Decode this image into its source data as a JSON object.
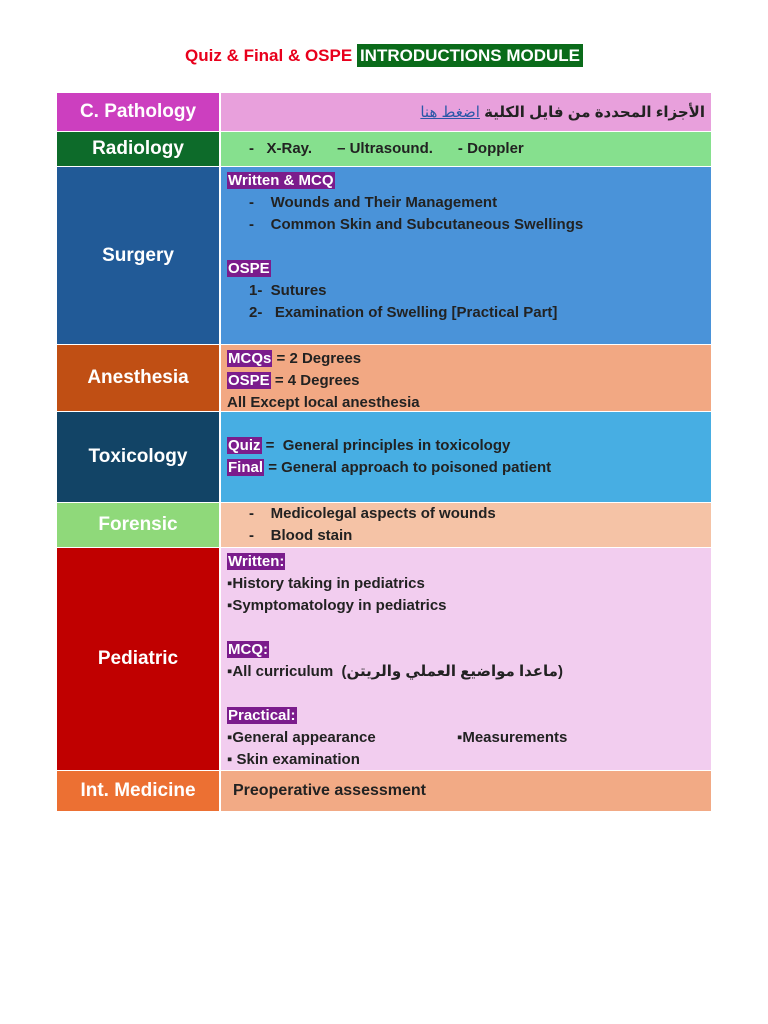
{
  "title": {
    "red_part": "Quiz & Final & OSPE",
    "green_part": "INTRODUCTIONS MODULE"
  },
  "rows": {
    "pathology": {
      "subject": "C. Pathology",
      "text": "الأجزاء المحددة من فايل الكلية",
      "link": "اضغط هنا",
      "subject_color": "#cc3fbf",
      "content_color": "#e8a0dc"
    },
    "radiology": {
      "subject": "Radiology",
      "line": "-   X-Ray.      – Ultrasound.      - Doppler",
      "subject_color": "#0d6b2a",
      "content_color": "#86e08e"
    },
    "surgery": {
      "subject": "Surgery",
      "label1": "Written & MCQ",
      "items1": [
        "-    Wounds and Their Management",
        "-    Common Skin and Subcutaneous Swellings"
      ],
      "label2": "OSPE",
      "items2": [
        "1-  Sutures",
        "2-   Examination of Swelling [Practical Part]"
      ],
      "subject_color": "#215a97",
      "content_color": "#4a93d9"
    },
    "anesthesia": {
      "subject": "Anesthesia",
      "label1": "MCQs",
      "text1": "= 2 Degrees",
      "label2": "OSPE",
      "text2": "= 4 Degrees",
      "line3": "All Except local anesthesia",
      "subject_color": "#c04f14",
      "content_color": "#f2a883"
    },
    "toxicology": {
      "subject": "Toxicology",
      "label1": "Quiz",
      "text1": "=  General principles in toxicology",
      "label2": "Final",
      "text2": "= General approach to poisoned patient",
      "subject_color": "#124466",
      "content_color": "#47aee3"
    },
    "forensic": {
      "subject": "Forensic",
      "items": [
        "-    Medicolegal aspects of wounds",
        "-    Blood stain"
      ],
      "subject_color": "#8fd97a",
      "content_color": "#f5c3a6"
    },
    "pediatric": {
      "subject": "Pediatric",
      "label1": "Written:",
      "items1": [
        "▪History taking in pediatrics",
        "▪Symptomatology in pediatrics"
      ],
      "label2": "MCQ:",
      "mcq_item": "▪All curriculum",
      "mcq_arabic": "(ماعدا مواضيع العملي والريتن)",
      "label3": "Practical:",
      "prac_a": "▪General appearance",
      "prac_b": "▪Measurements",
      "prac_c": "▪ Skin examination",
      "subject_color": "#c00000",
      "content_color": "#f2cdef"
    },
    "medicine": {
      "subject": "Int. Medicine",
      "text": "Preoperative assessment",
      "subject_color": "#ec7033",
      "content_color": "#f2aa85"
    }
  }
}
